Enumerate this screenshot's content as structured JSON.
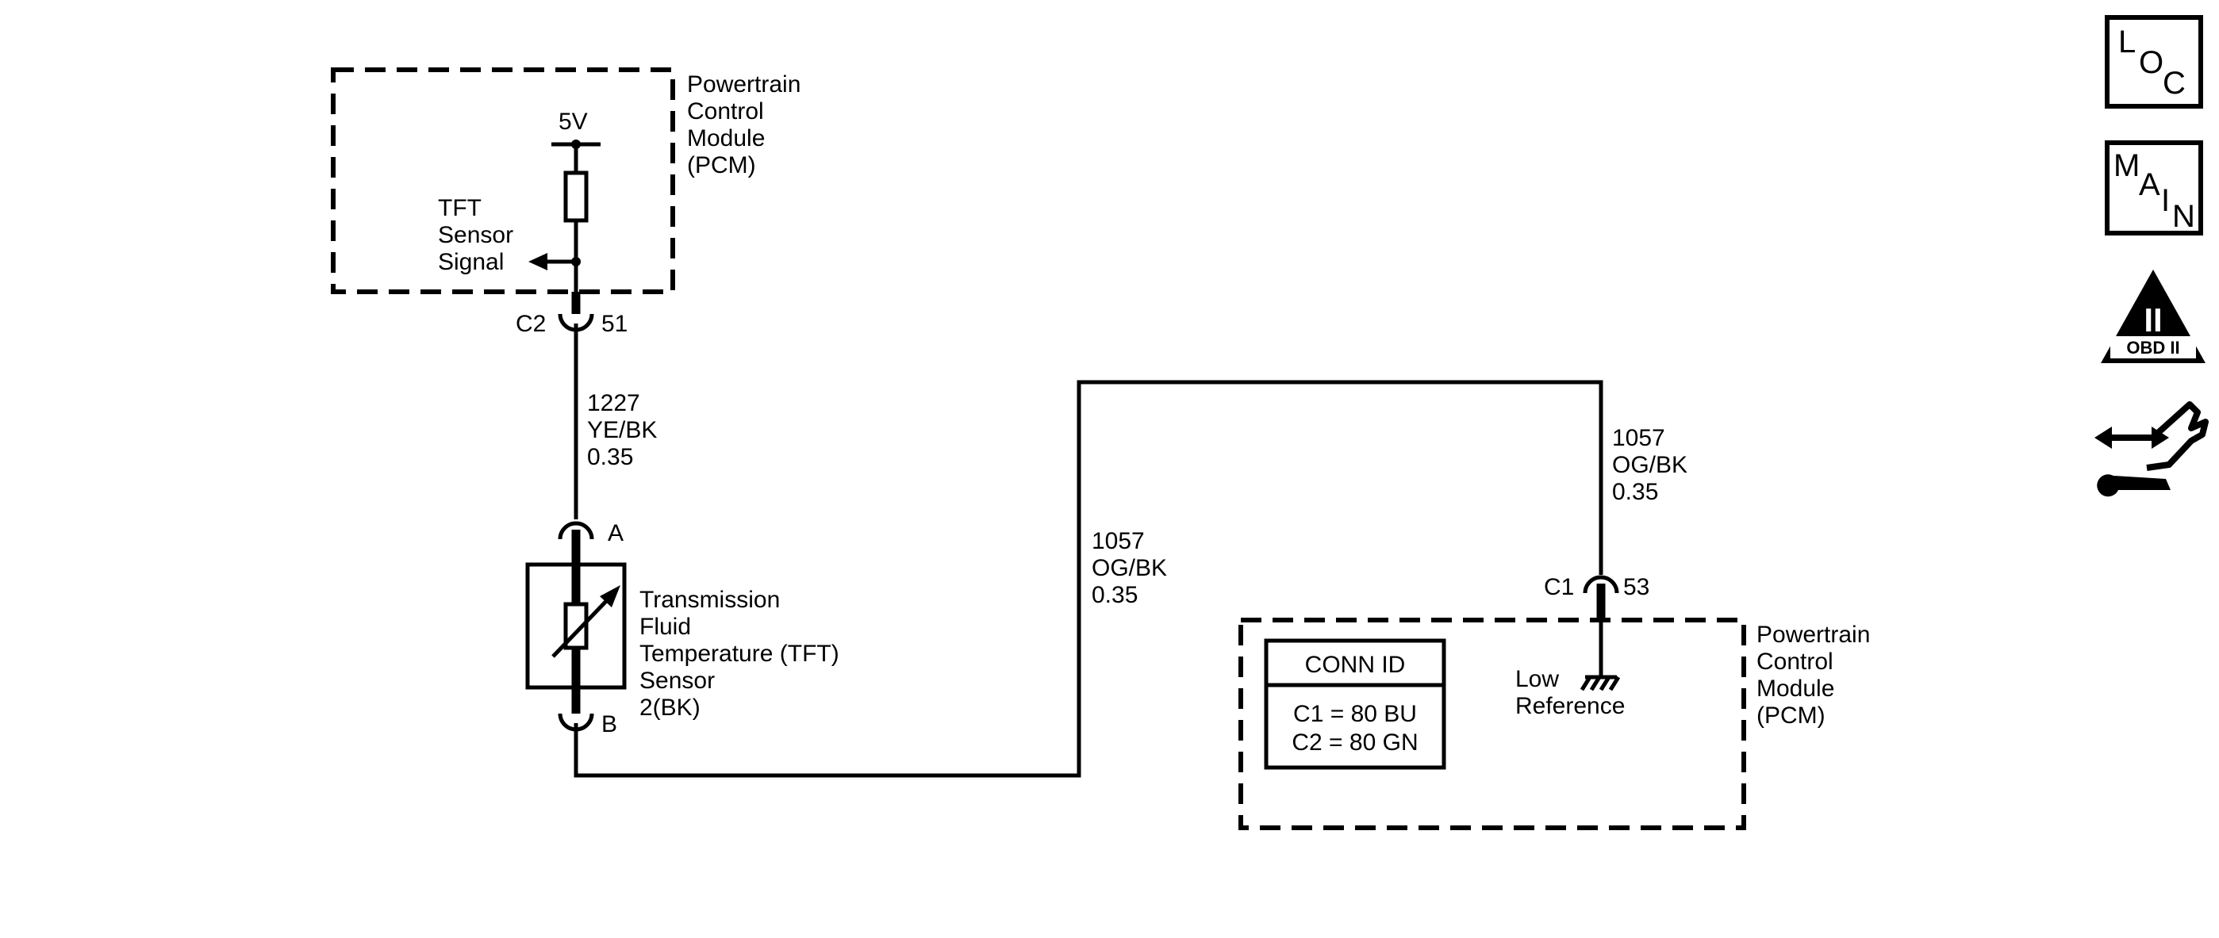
{
  "pcm_top": {
    "title": [
      "Powertrain",
      "Control",
      "Module",
      "(PCM)"
    ],
    "supply": "5V",
    "signal_label": [
      "TFT",
      "Sensor",
      "Signal"
    ]
  },
  "connector_c2": {
    "name": "C2",
    "pin": "51"
  },
  "wire_1227": [
    "1227",
    "YE/BK",
    "0.35"
  ],
  "sensor": {
    "pin_a": "A",
    "pin_b": "B",
    "name": [
      "Transmission",
      "Fluid",
      "Temperature (TFT)",
      "Sensor",
      "2(BK)"
    ]
  },
  "wire_1057_left": [
    "1057",
    "OG/BK",
    "0.35"
  ],
  "wire_1057_right": [
    "1057",
    "OG/BK",
    "0.35"
  ],
  "connector_c1": {
    "name": "C1",
    "pin": "53"
  },
  "pcm_bottom": {
    "title": [
      "Powertrain",
      "Control",
      "Module",
      "(PCM)"
    ],
    "ground_label": [
      "Low",
      "Reference"
    ]
  },
  "conn_id": {
    "title": "CONN ID",
    "rows": [
      "C1 = 80 BU",
      "C2 = 80 GN"
    ]
  },
  "nav_icons": {
    "loc": {
      "letters": [
        "L",
        "O",
        "C"
      ],
      "icon": "location-icon"
    },
    "main": {
      "letters": [
        "M",
        "A",
        "I",
        "N"
      ],
      "icon": "main-index-icon"
    },
    "obd": {
      "numeral": "II",
      "label": "OBD II",
      "icon": "obd2-icon"
    },
    "service": {
      "icon": "hand-wrench-icon"
    }
  }
}
